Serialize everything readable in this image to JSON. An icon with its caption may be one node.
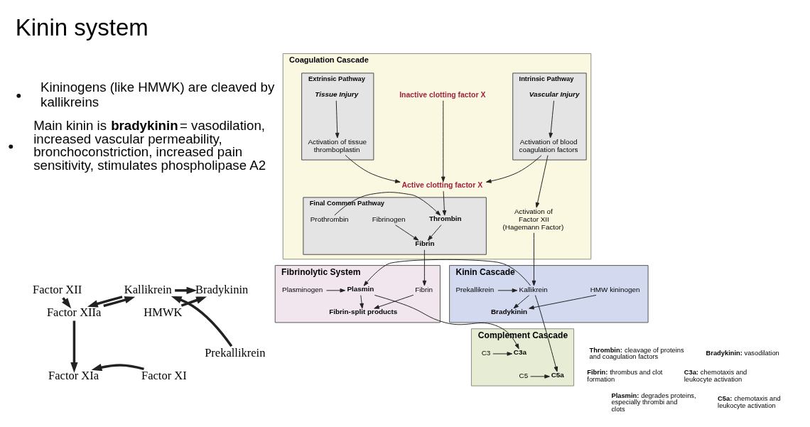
{
  "diagram": {
    "title": "Kinin system",
    "nodes": [
      {
        "text": [
          "Factor XII"
        ]
      },
      {
        "text": [
          "Kallikrein"
        ]
      },
      {
        "text": [
          "Bradykinin"
        ]
      },
      {
        "text": [
          "Factor XIIa"
        ]
      },
      {
        "text": [
          "HMWK"
        ]
      },
      {
        "text": [
          "Prekallikrein"
        ]
      },
      {
        "text": [
          "Factor XIa"
        ]
      },
      {
        "text": [
          "Factor XI"
        ]
      },
      {
        "text": [
          "Coagulation Cascade"
        ]
      },
      {
        "text": [
          "Intrinsic Pathway"
        ],
        "in": 8
      },
      {
        "text": [
          "Inactive clotting factor X"
        ],
        "in": 8
      },
      {
        "text": [
          "Extrinsic Pathway"
        ],
        "in": 8
      },
      {
        "text": [
          "Vascular Injury"
        ],
        "in": 9
      },
      {
        "text": [
          "Tissue Injury"
        ],
        "in": 11
      },
      {
        "text": [
          "Activation of blood coagulation factors"
        ],
        "in": 9
      },
      {
        "text": [
          "Activation of tissue thromboplastin"
        ],
        "in": 11
      },
      {
        "text": [
          "Active clotting factor X"
        ],
        "in": 8
      },
      {
        "text": [
          "Final Common Pathway"
        ],
        "in": 8
      },
      {
        "text": [
          "Activation of Factor XII (Hagemann Factor)"
        ],
        "in": 8
      },
      {
        "text": [
          "Fibrinogen"
        ],
        "in": 17
      },
      {
        "text": [
          "Prothrombin"
        ],
        "in": 17
      },
      {
        "text": [
          "Thrombin"
        ],
        "in": 17
      },
      {
        "text": [
          "Fibrin"
        ],
        "in": 17
      },
      {
        "text": [
          "Kinin Cascade"
        ]
      },
      {
        "text": [
          "HMW kininogen"
        ],
        "in": 23
      },
      {
        "text": [
          "Prekallikrein"
        ],
        "in": 23
      },
      {
        "text": [
          "Kallikrein"
        ],
        "in": 23
      },
      {
        "text": [
          "Bradykinin"
        ],
        "in": 23
      },
      {
        "text": [
          "Fibrinolytic System"
        ]
      },
      {
        "text": [
          "Fibrin"
        ],
        "in": 28
      },
      {
        "text": [
          "Plasminogen"
        ],
        "in": 28
      },
      {
        "text": [
          "Plasmin"
        ],
        "in": 28
      },
      {
        "text": [
          "Fibrin-split products"
        ],
        "in": 28
      },
      {
        "text": [
          "Complement Cascade"
        ]
      },
      {
        "text": [
          "C3"
        ],
        "in": 33
      },
      {
        "text": [
          "C3a"
        ],
        "in": 33
      },
      {
        "text": [
          "C5"
        ],
        "in": 33
      },
      {
        "text": [
          "C5a"
        ],
        "in": 33
      }
    ],
    "edges": [
      {
        "from": 0,
        "to": 3,
        "arrow": "to",
        "style": "thick"
      },
      {
        "from": 1,
        "to": 3,
        "arrow": "to",
        "style": "thick"
      },
      {
        "from": 1,
        "to": 2,
        "arrow": "to",
        "style": "thick"
      },
      {
        "from": 3,
        "to": 1,
        "arrow": "to",
        "style": "thick"
      },
      {
        "from": 5,
        "to": 1,
        "arrow": "to",
        "style": "thick"
      },
      {
        "from": 4,
        "to": 2,
        "arrow": "to",
        "style": "thick"
      },
      {
        "from": 3,
        "to": 6,
        "arrow": "to",
        "style": "thick"
      },
      {
        "from": 7,
        "to": 6,
        "arrow": "to",
        "style": "thick"
      },
      {
        "from": 12,
        "to": 14,
        "arrow": "to"
      },
      {
        "from": 13,
        "to": 15,
        "arrow": "to"
      },
      {
        "from": 10,
        "to": 16,
        "arrow": "to"
      },
      {
        "from": 14,
        "to": 16,
        "arrow": "to"
      },
      {
        "from": 15,
        "to": 16,
        "arrow": "to"
      },
      {
        "from": 14,
        "to": 18,
        "arrow": "to"
      },
      {
        "from": 16,
        "to": 21,
        "arrow": "to"
      },
      {
        "from": 20,
        "to": 21,
        "arrow": "to"
      },
      {
        "from": 21,
        "to": 22,
        "arrow": "to"
      },
      {
        "from": 19,
        "to": 22,
        "arrow": "to"
      },
      {
        "from": 18,
        "to": 26,
        "arrow": "to"
      },
      {
        "from": 25,
        "to": 26,
        "arrow": "to"
      },
      {
        "from": 26,
        "to": 27,
        "arrow": "to"
      },
      {
        "from": 24,
        "to": 27,
        "arrow": "to"
      },
      {
        "from": 22,
        "to": 29,
        "arrow": "to"
      },
      {
        "from": 29,
        "to": 32,
        "arrow": "to"
      },
      {
        "from": 31,
        "to": 32,
        "arrow": "to"
      },
      {
        "from": 30,
        "to": 31,
        "arrow": "to"
      },
      {
        "from": 26,
        "to": 31,
        "arrow": "to"
      },
      {
        "from": 26,
        "to": 37,
        "arrow": "to"
      },
      {
        "from": 31,
        "to": 35,
        "arrow": "to"
      },
      {
        "from": 34,
        "to": 35,
        "arrow": "to"
      },
      {
        "from": 36,
        "to": 37,
        "arrow": "to"
      }
    ],
    "labels": [
      "Kininogens (like HMWK) are cleaved by kallikreins",
      "Main kinin is **bradykinin**= vasodilation, increased vascular permeability, bronchoconstriction, increased pain sensitivity, stimulates phospholipase A2",
      "**Thrombin:** cleavage of proteins and coagulation factors",
      "**Fibrin:** thrombus and clot formation",
      "**Plasmin:** degrades proteins, especially thrombi and clots",
      "**Bradykinin:** vasodilation",
      "**C3a:** chemotaxis and leukocyte activation",
      "**C5a:** chemotaxis and leukocyte activation"
    ]
  }
}
